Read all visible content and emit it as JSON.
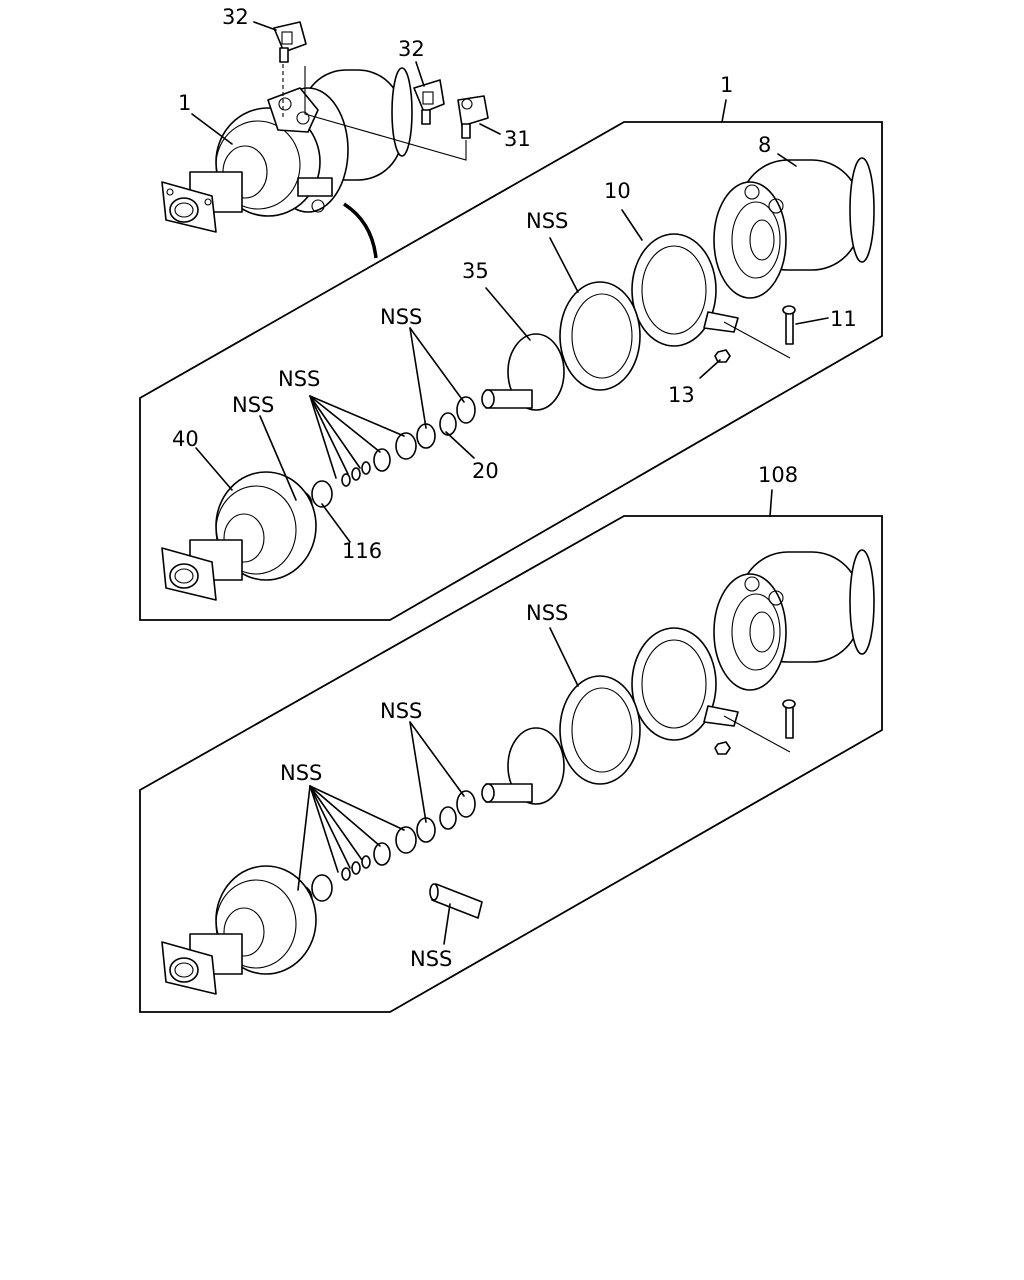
{
  "diagram": {
    "callouts": {
      "c32a": "32",
      "c32b": "32",
      "c31": "31",
      "c1a": "1",
      "c1b": "1",
      "c8": "8",
      "c10": "10",
      "cNssTop1": "NSS",
      "c35": "35",
      "c11": "11",
      "c13": "13",
      "cNssTop2": "NSS",
      "cNssTop3": "NSS",
      "cNssTop4": "NSS",
      "c40": "40",
      "c20": "20",
      "c116": "116",
      "c108": "108",
      "cNssBot1": "NSS",
      "cNssBot2": "NSS",
      "cNssBot3": "NSS",
      "cNssBot4": "NSS"
    }
  }
}
